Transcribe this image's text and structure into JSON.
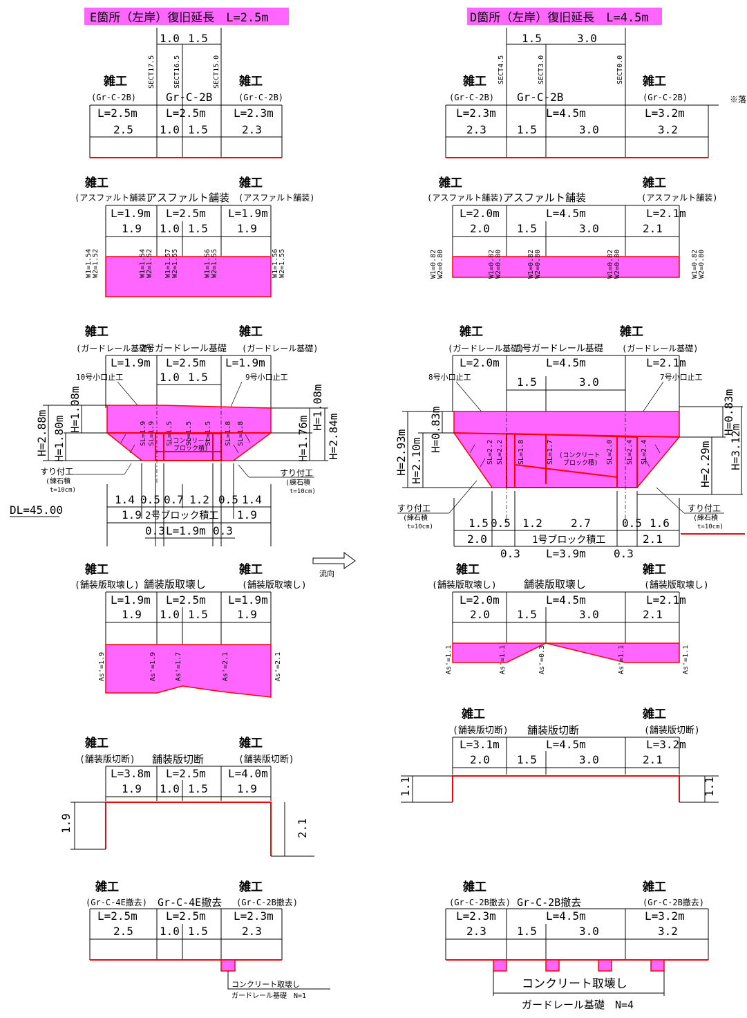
{
  "note": "※落",
  "dl_label": "DL=45.00",
  "flow_label": "流向",
  "left": {
    "title": "E箇所（左岸）復旧延長　L=2.5m",
    "gr": {
      "sub": [
        "1.0",
        "1.5"
      ],
      "sects": [
        "SECT17.5",
        "SECT16.5",
        "SECT15.0"
      ],
      "left_name": "雑工",
      "left_sub": "(Gr-C-2B)",
      "mid_name": "Gr-C-2B",
      "right_name": "雑工",
      "right_sub": "(Gr-C-2B)",
      "lens": [
        "L=2.5m",
        "L=2.5m",
        "L=2.3m"
      ],
      "dims": [
        "2.5",
        "1.0",
        "1.5",
        "2.3"
      ]
    },
    "asphalt": {
      "left_name": "雑工",
      "left_sub": "(アスファルト舗装)",
      "mid_name": "アスファルト舗装",
      "right_name": "雑工",
      "right_sub": "(アスファルト舗装)",
      "lens": [
        "L=1.9m",
        "L=2.5m",
        "L=1.9m"
      ],
      "dims": [
        "1.9",
        "1.0",
        "1.5",
        "1.9"
      ],
      "w": [
        [
          "W1=1.54",
          "W2=1.52"
        ],
        [
          "W1=1.54",
          "W2=1.52"
        ],
        [
          "W1=1.57",
          "W2=1.55"
        ],
        [
          "W1=1.56",
          "W2=1.55"
        ],
        [
          "W1=1.56",
          "W2=1.55"
        ]
      ]
    },
    "guard": {
      "left_name": "雑工",
      "left_sub": "(ガードレール基礎)",
      "mid_name": "2号ガードレール基礎",
      "right_name": "雑工",
      "right_sub": "(ガードレール基礎)",
      "lens": [
        "L=1.9m",
        "L=2.5m",
        "L=1.9m"
      ],
      "sub": [
        "1.0",
        "1.5"
      ],
      "stop_l": "10号小口止工",
      "stop_r": "9号小口止工",
      "h_left": [
        "H=2.88m",
        "H=1.80m",
        "H=1.08m"
      ],
      "h_right": [
        "H=1.08m",
        "H=1.76m",
        "H=2.84m"
      ],
      "sl": [
        "SL=1.9",
        "SL=1.9",
        "SL=1.5",
        "SL=1.5",
        "SL=1.5",
        "SL=1.8",
        "SL=1.8"
      ],
      "block": [
        "(コンクリート",
        "ブロック積)"
      ],
      "suri": [
        "すり付工",
        "(練石積",
        "t=10cm)"
      ],
      "bot1": [
        "1.4",
        "0.5",
        "0.7",
        "1.2",
        "0.5",
        "1.4"
      ],
      "bot2": [
        "1.9",
        "2号ブロック積工",
        "1.9"
      ],
      "bot3": [
        "0.3",
        "L=1.9m",
        "0.3"
      ]
    },
    "pave_rm": {
      "left_name": "雑工",
      "left_sub": "(舗装版取壊し)",
      "mid_name": "舗装版取壊し",
      "right_name": "雑工",
      "right_sub": "(舗装版取壊し)",
      "lens": [
        "L=1.9m",
        "L=2.5m",
        "L=1.9m"
      ],
      "dims": [
        "1.9",
        "1.0",
        "1.5",
        "1.9"
      ],
      "as": [
        "As'=1.9",
        "As'=1.9",
        "As'=1.7",
        "As'=2.1",
        "As'=2.1"
      ]
    },
    "pave_cut": {
      "left_name": "雑工",
      "left_sub": "(舗装版切断)",
      "mid_name": "舗装版切断",
      "right_name": "雑工",
      "right_sub": "(舗装版切断)",
      "lens": [
        "L=3.8m",
        "L=2.5m",
        "L=4.0m"
      ],
      "dims": [
        "1.9",
        "1.0",
        "1.5",
        "1.9"
      ],
      "h": [
        "1.9",
        "2.1"
      ]
    },
    "gr_rm": {
      "left_name": "雑工",
      "left_sub": "(Gr-C-4E撤去)",
      "mid_name": "Gr-C-4E撤去",
      "right_name": "雑工",
      "right_sub": "(Gr-C-2B撤去)",
      "lens": [
        "L=2.5m",
        "L=2.5m",
        "L=2.3m"
      ],
      "dims": [
        "2.5",
        "1.0",
        "1.5",
        "2.3"
      ],
      "conc": [
        "コンクリート取壊し",
        "ガードレール基礎　N=1"
      ]
    }
  },
  "right": {
    "title": "D箇所（左岸）復旧延長　L=4.5m",
    "gr": {
      "sub": [
        "1.5",
        "3.0"
      ],
      "sects": [
        "SECT4.5",
        "SECT3.0",
        "SECT0.0"
      ],
      "left_name": "雑工",
      "left_sub": "(Gr-C-2B)",
      "mid_name": "Gr-C-2B",
      "right_name": "雑工",
      "right_sub": "(Gr-C-2B)",
      "lens": [
        "L=2.3m",
        "L=4.5m",
        "L=3.2m"
      ],
      "dims": [
        "2.3",
        "1.5",
        "3.0",
        "3.2"
      ]
    },
    "asphalt": {
      "left_name": "雑工",
      "left_sub": "(アスファルト舗装)",
      "mid_name": "アスファルト舗装",
      "right_name": "雑工",
      "right_sub": "(アスファルト舗装)",
      "lens": [
        "L=2.0m",
        "L=4.5m",
        "L=2.1m"
      ],
      "dims": [
        "2.0",
        "1.5",
        "3.0",
        "2.1"
      ],
      "w": [
        [
          "W1=0.82",
          "W2=0.80"
        ],
        [
          "W1=0.82",
          "W2=0.80"
        ],
        [
          "W1=0.82",
          "W2=0.80"
        ],
        [
          "W1=0.82",
          "W2=0.80"
        ],
        [
          "W1=0.82",
          "W2=0.80"
        ]
      ]
    },
    "guard": {
      "left_name": "雑工",
      "left_sub": "(ガードレール基礎)",
      "mid_name": "1号ガードレール基礎",
      "right_name": "雑工",
      "right_sub": "(ガードレール基礎)",
      "lens": [
        "L=2.0m",
        "L=4.5m",
        "L=2.1m"
      ],
      "sub": [
        "1.5",
        "3.0"
      ],
      "stop_l": "8号小口止工",
      "stop_r": "7号小口止工",
      "h_left": [
        "H=2.93m",
        "H=2.10m",
        "H=0.83m"
      ],
      "h_right": [
        "H=0.83m",
        "H=2.29m",
        "H=3.12m"
      ],
      "sl": [
        "SL=2.2",
        "SL=2.2",
        "SL=1.8",
        "SL=1.7",
        "SL=2.0",
        "SL=2.4",
        "SL=2.4"
      ],
      "block": [
        "(コンクリート",
        "ブロック積)"
      ],
      "suri": [
        "すり付工",
        "(練石積",
        "t=10cm)"
      ],
      "bot1": [
        "1.5",
        "0.5",
        "1.2",
        "2.7",
        "0.5",
        "1.6"
      ],
      "bot2": [
        "2.0",
        "1号ブロック積工",
        "2.1"
      ],
      "bot3": [
        "0.3",
        "L=3.9m",
        "0.3"
      ]
    },
    "pave_rm": {
      "left_name": "雑工",
      "left_sub": "(舗装版取壊し)",
      "mid_name": "舗装版取壊し",
      "right_name": "雑工",
      "right_sub": "(舗装版取壊し)",
      "lens": [
        "L=2.0m",
        "L=4.5m",
        "L=2.1m"
      ],
      "dims": [
        "2.0",
        "1.5",
        "3.0",
        "2.1"
      ],
      "as": [
        "As'=1.1",
        "As'=1.1",
        "As'=0.3",
        "As'=1.1",
        "As'=1.1"
      ]
    },
    "pave_cut": {
      "left_name": "雑工",
      "left_sub": "(舗装版切断)",
      "mid_name": "舗装版切断",
      "right_name": "雑工",
      "right_sub": "(舗装版切断)",
      "lens": [
        "L=3.1m",
        "L=4.5m",
        "L=3.2m"
      ],
      "dims": [
        "2.0",
        "1.5",
        "3.0",
        "2.1"
      ],
      "h": [
        "1.1",
        "1.1"
      ]
    },
    "gr_rm": {
      "left_name": "雑工",
      "left_sub": "(Gr-C-2B撤去)",
      "mid_name": "Gr-C-2B撤去",
      "right_name": "雑工",
      "right_sub": "(Gr-C-2B撤去)",
      "lens": [
        "L=2.3m",
        "L=4.5m",
        "L=3.2m"
      ],
      "dims": [
        "2.3",
        "1.5",
        "3.0",
        "3.2"
      ],
      "conc": [
        "コンクリート取壊し",
        "ガードレール基礎　N=4"
      ]
    }
  }
}
